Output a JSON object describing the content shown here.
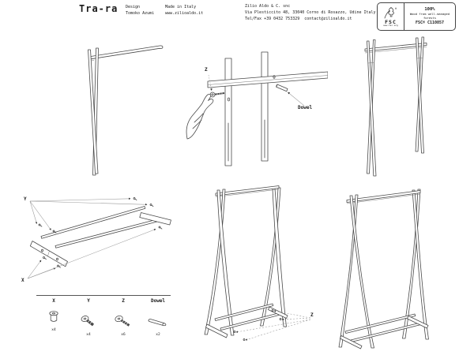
{
  "header": {
    "title": "Tra-ra",
    "credits": {
      "design_label": "Design",
      "designer": "Tomoko Azumi",
      "made_in": "Made in Italy",
      "website": "www.zilioaldo.it"
    },
    "company": {
      "name": "Zilio Aldo & C. snc",
      "address": "Via Plesticcito 48, 33040 Corno di Rosazzo, Udine Italy",
      "contact": "Tel/Fax +39 0432 753329  contact@zilioaldo.it"
    },
    "fsc": {
      "acronym": "FSC",
      "url": "www.fsc.org",
      "percent": "100%",
      "claim": "Wood from well-managed forests",
      "license": "FSC® C110857"
    }
  },
  "diagram": {
    "step2": {
      "screw_label": "Z",
      "dowel_label": "Dowel"
    },
    "step4": {
      "screws_label": "Y",
      "inserts_label": "X"
    },
    "step5": {
      "screws_label": "Z"
    }
  },
  "parts_legend": {
    "columns": [
      {
        "label": "X",
        "qty": "x4",
        "icon": "barrel-nut-icon"
      },
      {
        "label": "Y",
        "qty": "x4",
        "icon": "short-screw-icon"
      },
      {
        "label": "Z",
        "qty": "x6",
        "icon": "flat-screw-icon"
      },
      {
        "label": "Dowel",
        "qty": "x2",
        "icon": "dowel-icon"
      }
    ]
  },
  "colors": {
    "paper": "#ffffff",
    "ink": "#1a1a1a",
    "line": "#4a4a4a"
  }
}
